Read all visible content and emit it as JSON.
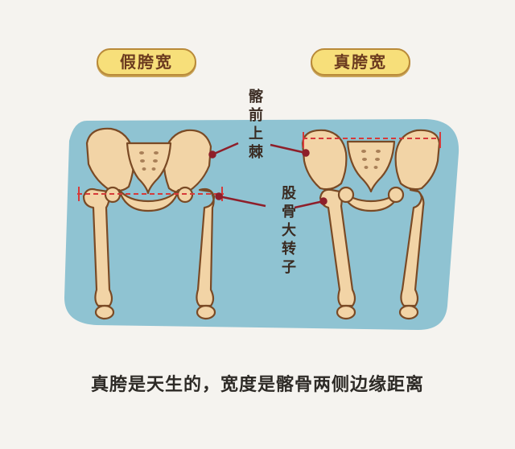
{
  "labels": {
    "false_hip": "假胯宽",
    "true_hip": "真胯宽",
    "ilium_anterior_superior_spine": "髂前上棘",
    "femur_greater_trochanter": "股骨大转子"
  },
  "caption": "真胯是天生的，宽度是髂骨两侧边缘距离",
  "colors": {
    "background": "#f5f3ef",
    "panel": "#8fc3d2",
    "bone_fill": "#f2d4a6",
    "bone_stroke": "#7a4a25",
    "dashed_line": "#d63a3a",
    "pointer_line": "#8e1f2a"
  }
}
